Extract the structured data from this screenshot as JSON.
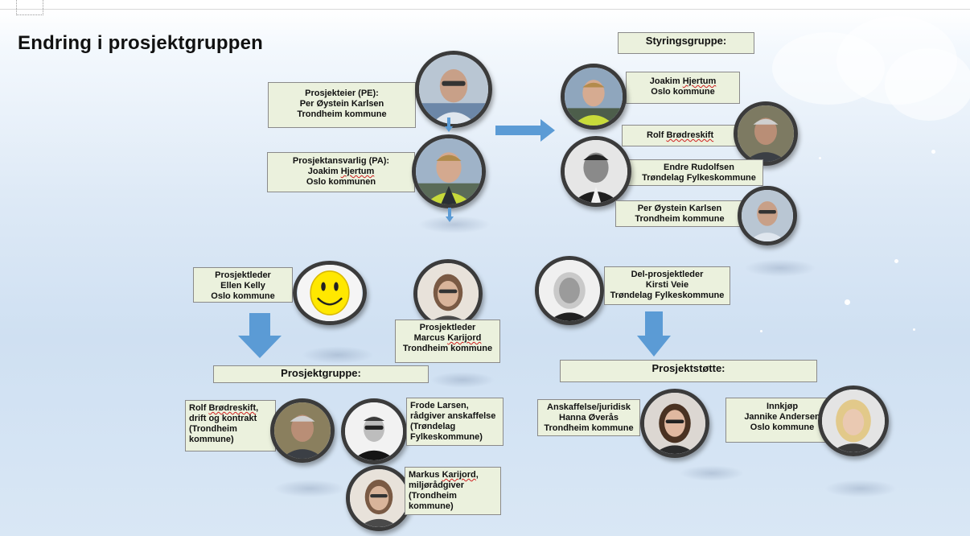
{
  "title": "Endring i prosjektgruppen",
  "colors": {
    "box_fill": "#ebf1dd",
    "arrow": "#5b9bd5",
    "avatar_ring": "#3b3b3b"
  },
  "headers": {
    "styringsgruppe": "Styringsgruppe:",
    "prosjektgruppe": "Prosjektgruppe:",
    "prosjektstotte": "Prosjektstøtte:"
  },
  "prosjekteier": {
    "line1": "Prosjekteier (PE):",
    "line2": "Per Øystein Karlsen",
    "line3": "Trondheim kommune"
  },
  "prosjektansvarlig": {
    "line1": "Prosjektansvarlig (PA):",
    "line2a": "Joakim ",
    "line2b": "Hjertum",
    "line3": "Oslo kommunen"
  },
  "styring": {
    "joakim": {
      "line1a": "Joakim ",
      "line1b": "Hjertum",
      "line2": "Oslo kommune"
    },
    "rolf": {
      "line1a": "Rolf ",
      "line1b": "Brødreskift"
    },
    "endre": {
      "line1": "Endre Rudolfsen",
      "line2": "Trøndelag Fylkeskommune"
    },
    "per": {
      "line1": "Per Øystein Karlsen",
      "line2": "Trondheim kommune"
    }
  },
  "leder_ellen": {
    "line1": "Prosjektleder",
    "line2": "Ellen Kelly",
    "line3": "Oslo kommune"
  },
  "leder_marcus": {
    "line1": "Prosjektleder",
    "line2a": "Marcus ",
    "line2b": "Karijord",
    "line3": "Trondheim kommune"
  },
  "delleder_kirsti": {
    "line1": "Del-prosjektleder",
    "line2": "Kirsti Veie",
    "line3": "Trøndelag Fylkeskommune"
  },
  "gruppe": {
    "rolf": {
      "line1a": "Rolf ",
      "line1b": "Brødreskift",
      "line1c": ",",
      "line2": "drift og kontrakt",
      "line3": "(Trondheim",
      "line4": "kommune)"
    },
    "frode": {
      "line1": "Frode Larsen,",
      "line2": "rådgiver anskaffelse",
      "line3": "(Trøndelag",
      "line4": "Fylkeskommune)"
    },
    "markus": {
      "line1a": "Markus ",
      "line1b": "Karijord",
      "line1c": ",",
      "line2": "miljørådgiver",
      "line3": "(Trondheim",
      "line4": "kommune)"
    }
  },
  "stotte": {
    "hanna": {
      "line1": "Anskaffelse/juridisk",
      "line2": "Hanna Øverås",
      "line3": "Trondheim kommune"
    },
    "jannike": {
      "line1": "Innkjøp",
      "line2": "Jannike Andersen",
      "line3": "Oslo kommune"
    }
  }
}
